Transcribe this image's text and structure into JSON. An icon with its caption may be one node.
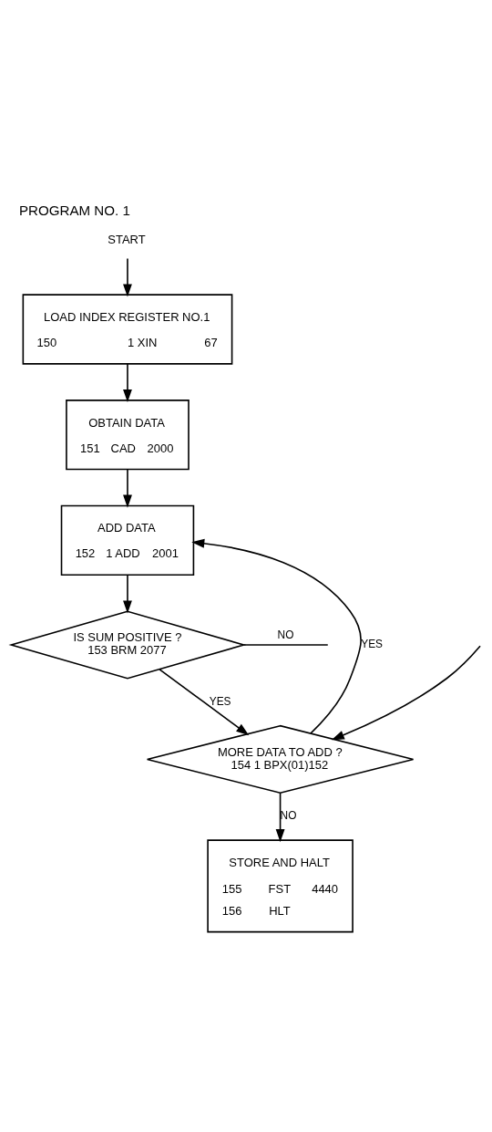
{
  "diagram": {
    "title": "PROGRAM NO. 1",
    "nodes": [
      {
        "text": [
          "START"
        ]
      },
      {
        "text": [
          "LOAD INDEX REGISTER NO.1",
          "150",
          "1 XIN",
          "67"
        ]
      },
      {
        "text": [
          "OBTAIN DATA",
          "151",
          "CAD",
          "2000"
        ]
      },
      {
        "text": [
          "ADD DATA",
          "152",
          "1 ADD",
          "2001"
        ]
      },
      {
        "text": [
          "IS SUM POSITIVE ?",
          "153 BRM 2077"
        ]
      },
      {
        "text": [
          "MORE DATA TO ADD ?",
          "154 1 BPX(01)152"
        ]
      },
      {
        "text": [
          "STORE AND HALT",
          "155",
          "FST",
          "4440",
          "156",
          "HLT"
        ]
      }
    ],
    "edges": [
      {
        "from": 0,
        "to": 1,
        "arrow": "to"
      },
      {
        "from": 1,
        "to": 2,
        "arrow": "to"
      },
      {
        "from": 2,
        "to": 3,
        "arrow": "to"
      },
      {
        "from": 3,
        "to": 4,
        "arrow": "to"
      },
      {
        "from": 4,
        "to": 5,
        "arrow": "to",
        "label": "YES"
      },
      {
        "from": 4,
        "to": null,
        "arrow": "none",
        "label": "NO"
      },
      {
        "from": 5,
        "to": 3,
        "arrow": "to",
        "label": "YES"
      },
      {
        "from": 5,
        "to": 6,
        "arrow": "to",
        "label": "NO"
      },
      {
        "from": null,
        "to": 5,
        "arrow": "to"
      }
    ]
  }
}
